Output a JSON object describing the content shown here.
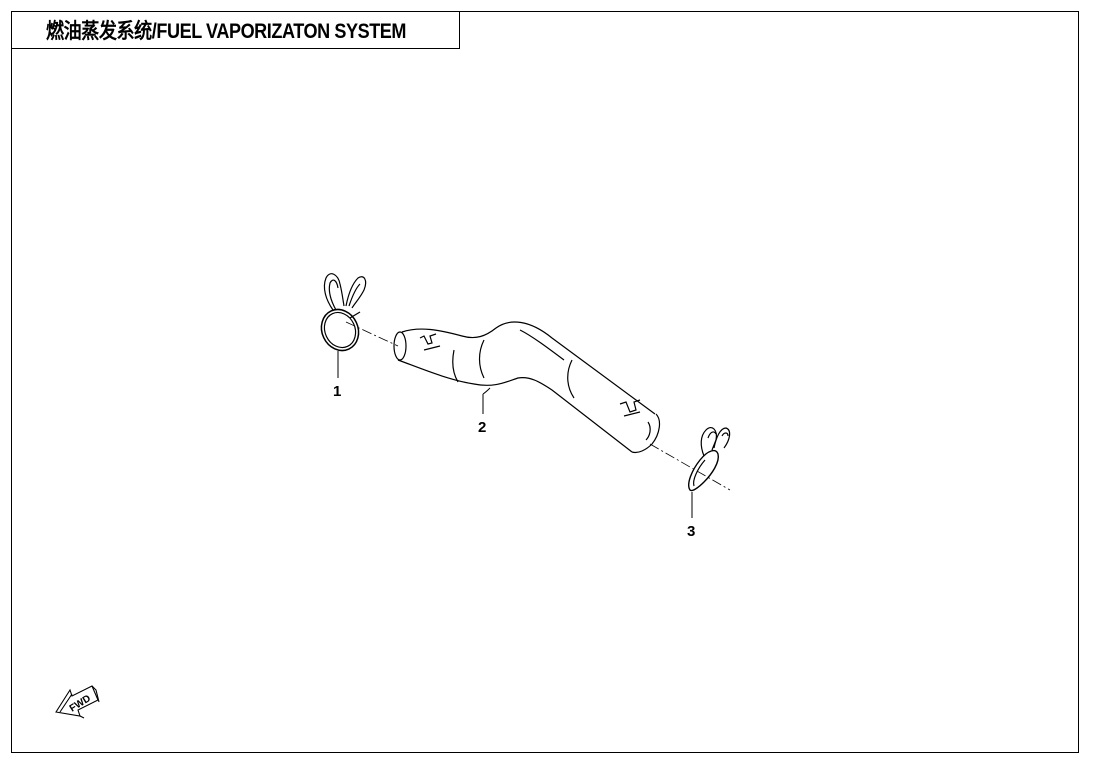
{
  "title": "燃油蒸发系统/FUEL VAPORIZATON SYSTEM",
  "parts": [
    {
      "number": "1",
      "icon": "spring-hose-clamp-icon"
    },
    {
      "number": "2",
      "icon": "fuel-vapor-hose-icon"
    },
    {
      "number": "3",
      "icon": "hose-clip-icon"
    }
  ],
  "fwd_marker": {
    "label": "FWD",
    "icon": "forward-arrow-icon"
  },
  "colors": {
    "line": "#000000",
    "background": "#ffffff"
  }
}
